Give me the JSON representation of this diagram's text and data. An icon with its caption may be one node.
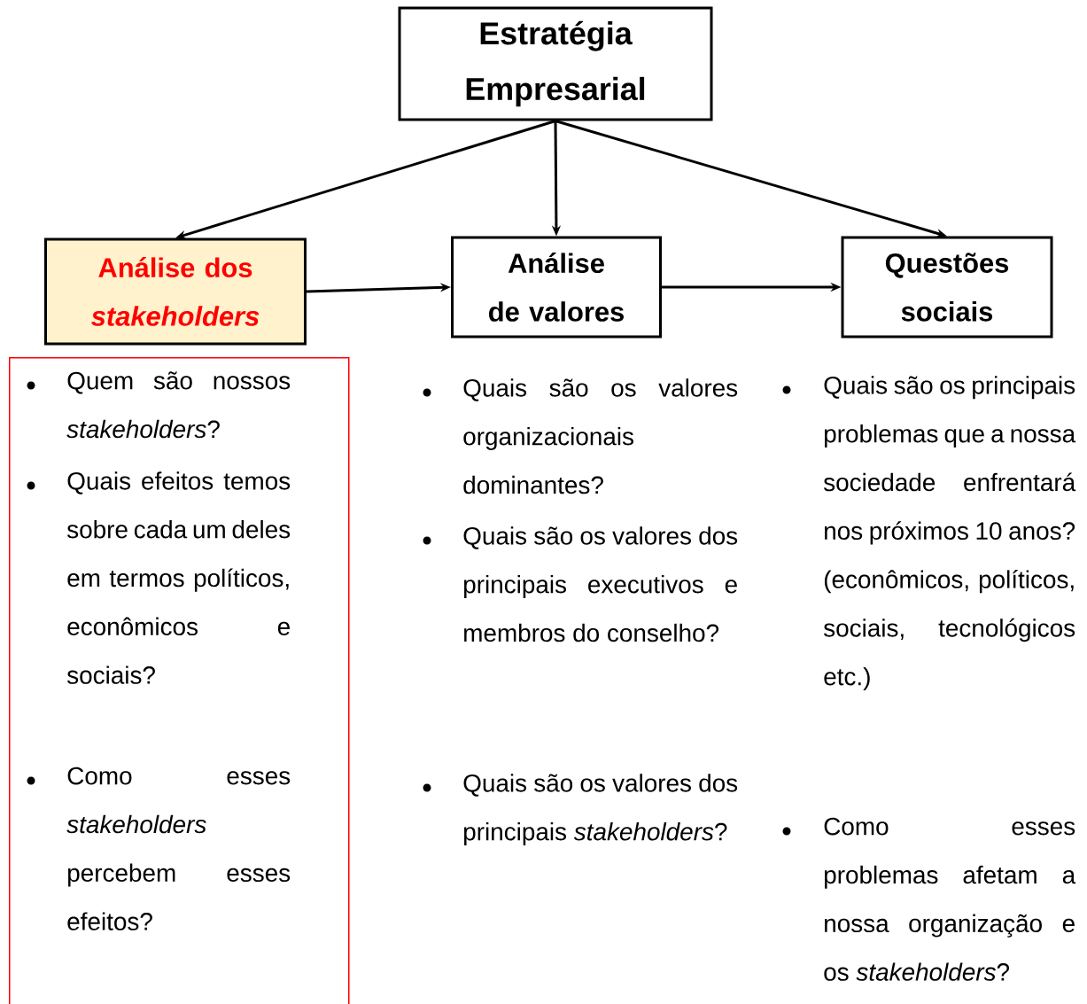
{
  "diagram": {
    "nodes": [
      {
        "text": [
          "Estratégia Empresarial"
        ]
      },
      {
        "text": [
          "Análise dos *stakeholders*"
        ]
      },
      {
        "text": [
          "Análise de valores"
        ]
      },
      {
        "text": [
          "Questões sociais"
        ]
      },
      {
        "text": [
          "Quem são nossos *stakeholders*?",
          "Quais efeitos temos sobre cada um deles em termos políticos, econômicos e sociais?",
          "Como esses *stakeholders* percebem esses efeitos?"
        ]
      }
    ],
    "edges": [
      {
        "from": 0,
        "to": 1,
        "arrow": "to"
      },
      {
        "from": 0,
        "to": 2,
        "arrow": "to"
      },
      {
        "from": 0,
        "to": 3,
        "arrow": "to"
      },
      {
        "from": 1,
        "to": 2,
        "arrow": "to"
      },
      {
        "from": 2,
        "to": 3,
        "arrow": "to"
      }
    ],
    "labels": [
      "Quais são os valores organizacionais dominantes?",
      "Quais são os valores dos principais executivos e membros do conselho?",
      "Quais são os valores dos principais *stakeholders*?",
      "Quais são os principais problemas que a nossa sociedade enfrentará nos próximos 10 anos? (econômicos, políticos, sociais, tecnológicos etc.)",
      "Como esses problemas afetam a nossa organização e os *stakeholders*?"
    ]
  }
}
